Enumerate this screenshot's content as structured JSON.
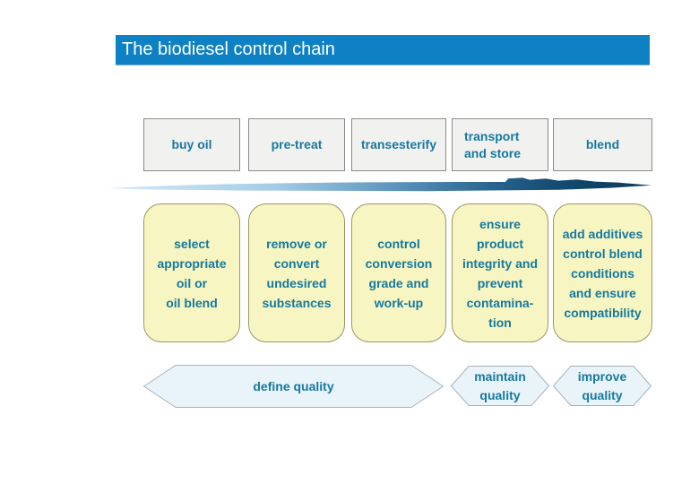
{
  "title": "The biodiesel control chain",
  "colors": {
    "accent": "#0e81c4",
    "text_teal": "#15799f",
    "gray_fill": "#f1f1ef",
    "gray_border": "#8a8a8a",
    "yellow_fill": "#f7f5c1",
    "yellow_border": "#9b9866",
    "hex_fill": "#e9f3fa",
    "hex_border": "#a9b2bb",
    "arrow_light": "#d5eaf8",
    "arrow_dark": "#0d3a5b"
  },
  "chain_steps": [
    {
      "label": "buy oil",
      "label_lines": [
        "buy oil"
      ],
      "detail_lines": [
        "select",
        "appropriate",
        "oil or",
        "oil blend"
      ]
    },
    {
      "label": "pre-treat",
      "label_lines": [
        "pre-treat"
      ],
      "detail_lines": [
        "remove or",
        "convert",
        "undesired",
        "substances"
      ]
    },
    {
      "label": "transesterify",
      "label_lines": [
        "transesterify"
      ],
      "detail_lines": [
        "control",
        "conversion",
        "grade and",
        "work-up"
      ]
    },
    {
      "label": "transport and store",
      "label_lines": [
        "transport",
        "and store"
      ],
      "detail_lines": [
        "ensure",
        "product",
        "integrity and",
        "prevent",
        "contamina-",
        "tion"
      ]
    },
    {
      "label": "blend",
      "label_lines": [
        "blend"
      ],
      "detail_lines": [
        "add additives",
        "control blend",
        "conditions",
        "and ensure",
        "compatibility"
      ]
    }
  ],
  "quality_steps": [
    {
      "label": "define quality",
      "label_lines": [
        "define quality"
      ]
    },
    {
      "label": "maintain quality",
      "label_lines": [
        "maintain",
        "quality"
      ]
    },
    {
      "label": "improve quality",
      "label_lines": [
        "improve",
        "quality"
      ]
    }
  ]
}
